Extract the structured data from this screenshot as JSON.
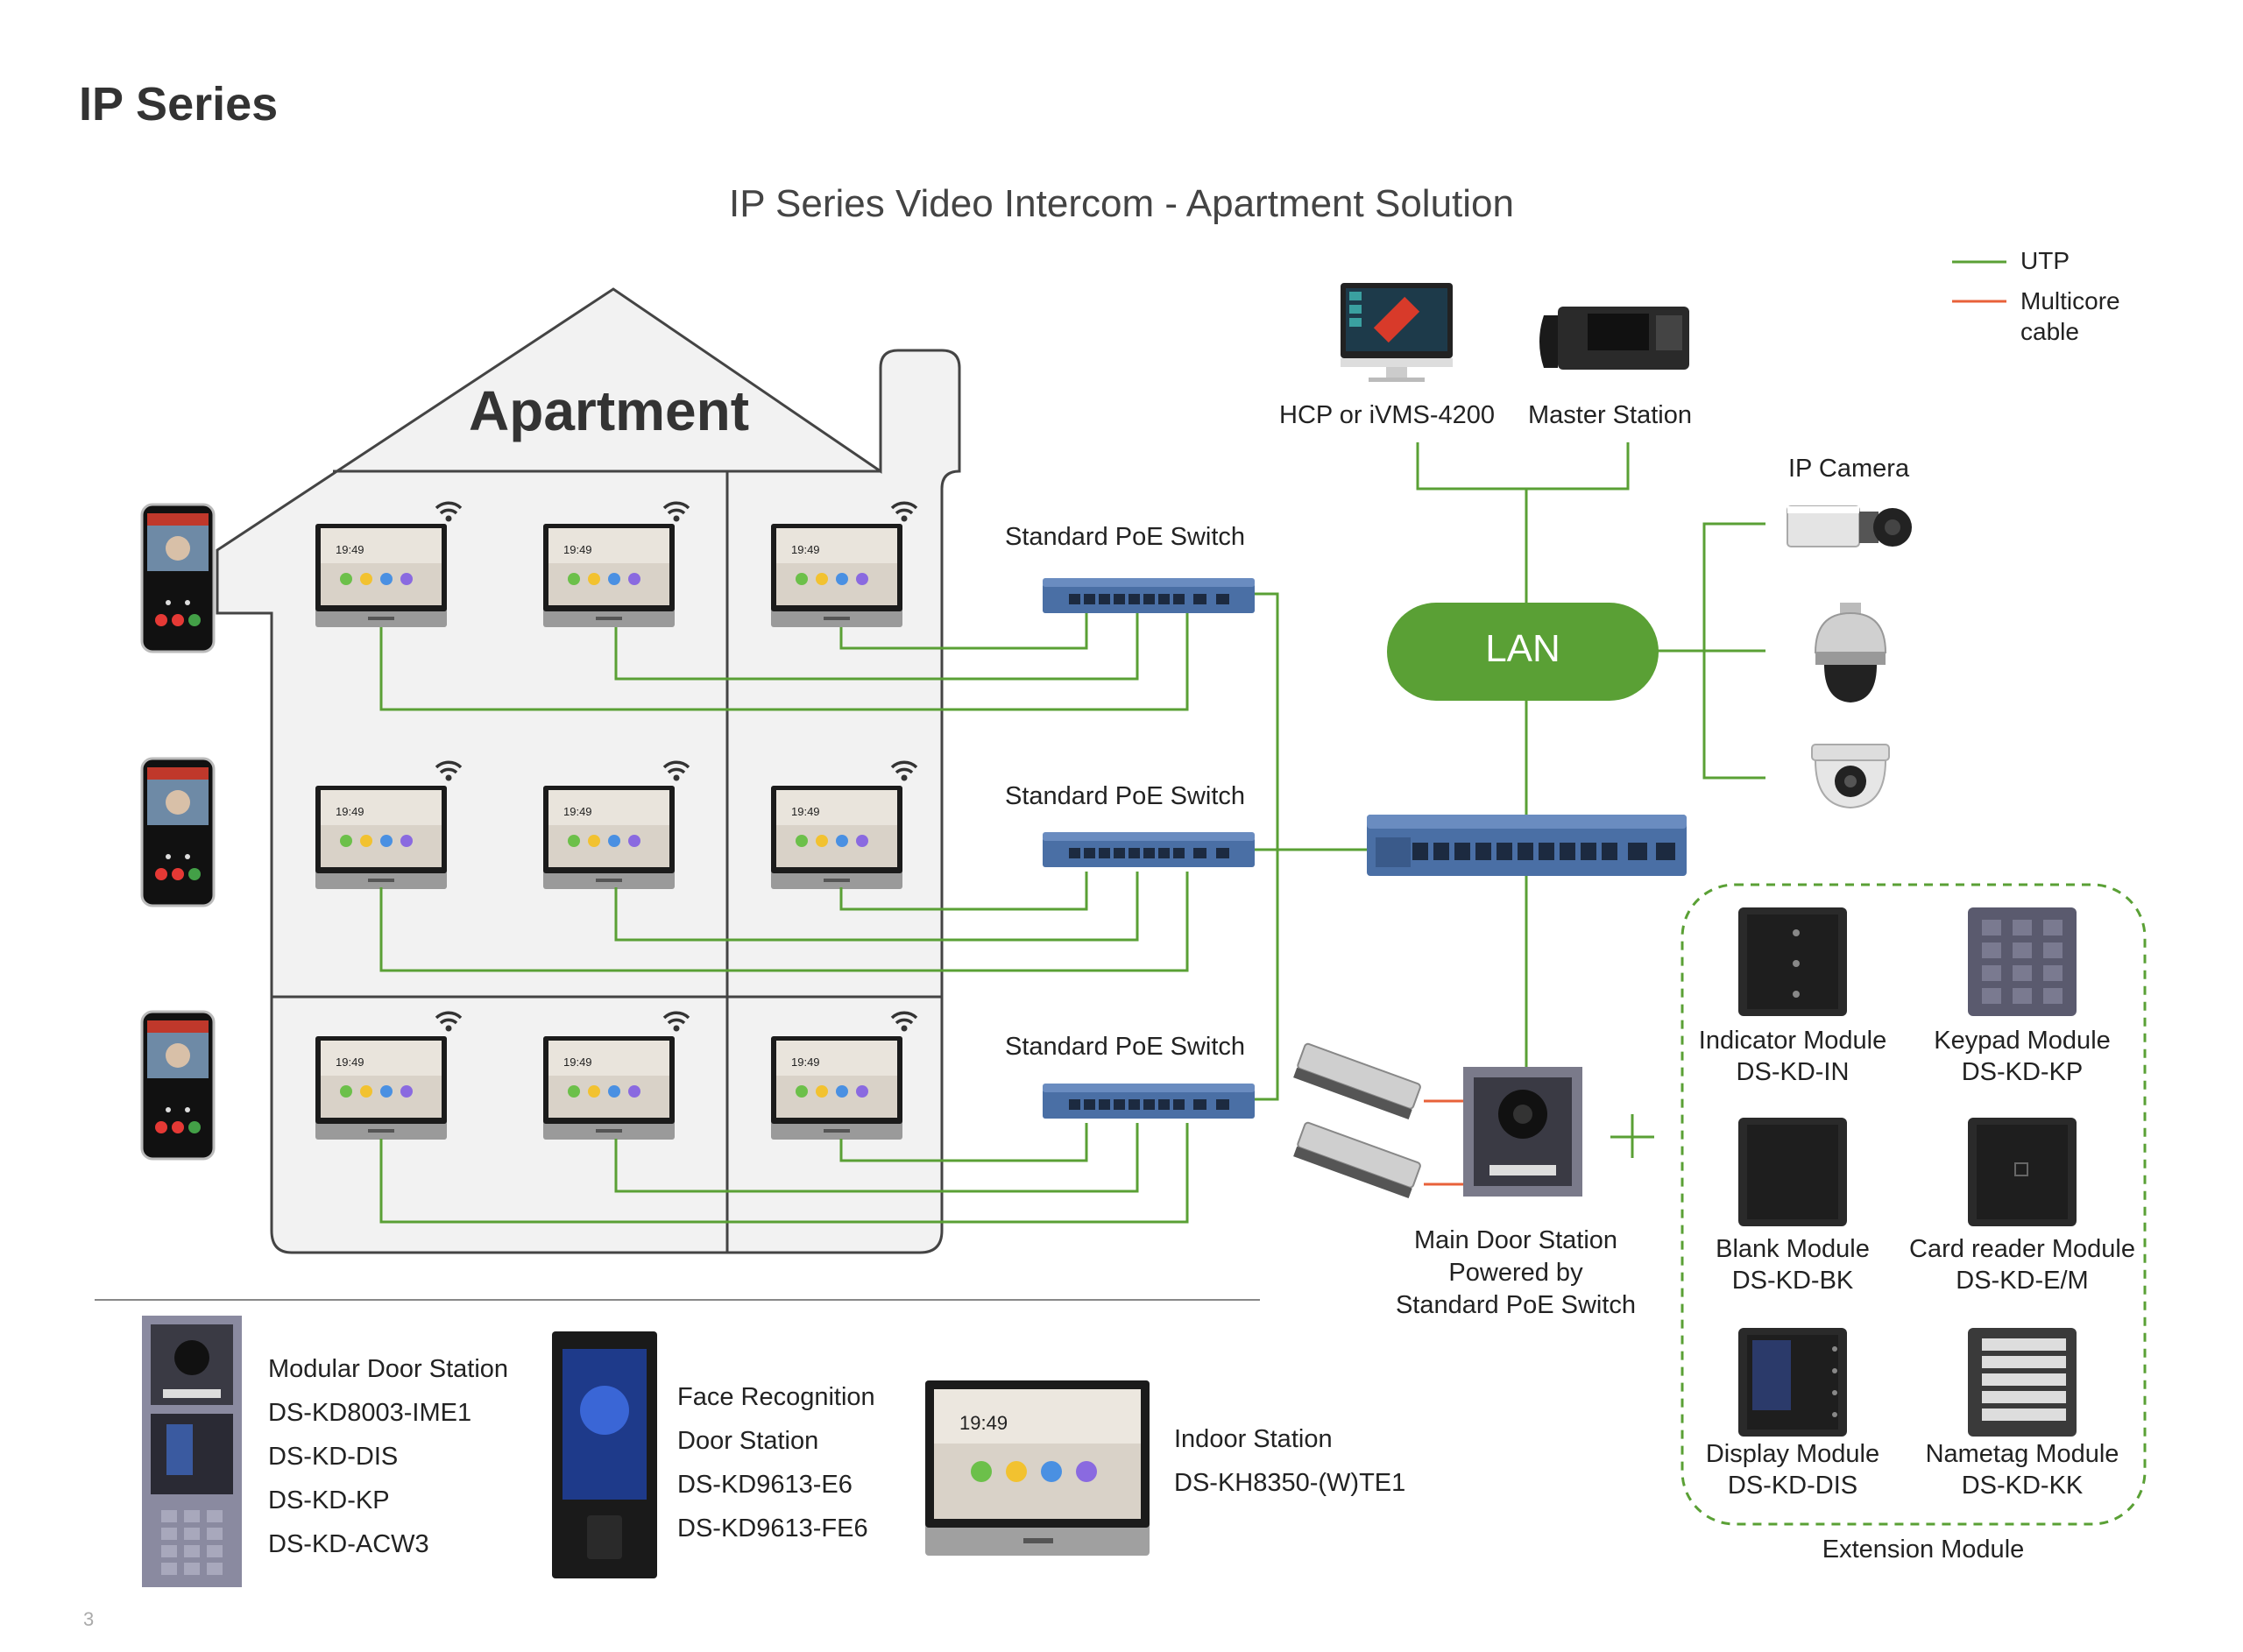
{
  "page": {
    "title": "IP Series",
    "diagram_title": "IP Series Video Intercom - Apartment Solution",
    "page_number": "3"
  },
  "legend": {
    "utp": "UTP",
    "multicore_line1": "Multicore",
    "multicore_line2": "cable",
    "utp_color": "#5aa035",
    "multicore_color": "#e8613a"
  },
  "building": {
    "label": "Apartment",
    "indoor_screen_time": "19:49"
  },
  "switches": {
    "floor1": "Standard PoE Switch",
    "floor2": "Standard PoE Switch",
    "floor3": "Standard PoE Switch"
  },
  "top_devices": {
    "hcp": "HCP or iVMS-4200",
    "master": "Master Station",
    "ip_camera": "IP Camera"
  },
  "lan": {
    "label": "LAN",
    "color": "#5aa035"
  },
  "main_door": {
    "line1": "Main Door Station",
    "line2": "Powered by",
    "line3": "Standard PoE Switch"
  },
  "extension": {
    "caption": "Extension Module",
    "modules": [
      {
        "name": "Indicator Module",
        "model": "DS-KD-IN"
      },
      {
        "name": "Keypad Module",
        "model": "DS-KD-KP"
      },
      {
        "name": "Blank Module",
        "model": "DS-KD-BK"
      },
      {
        "name": "Card reader Module",
        "model": "DS-KD-E/M"
      },
      {
        "name": "Display Module",
        "model": "DS-KD-DIS"
      },
      {
        "name": "Nametag Module",
        "model": "DS-KD-KK"
      }
    ]
  },
  "products": {
    "modular": [
      "Modular Door Station",
      "DS-KD8003-IME1",
      "DS-KD-DIS",
      "DS-KD-KP",
      "DS-KD-ACW3"
    ],
    "face": [
      "Face Recognition",
      "Door Station",
      "DS-KD9613-E6",
      "DS-KD9613-FE6"
    ],
    "indoor": [
      "Indoor Station",
      "DS-KH8350-(W)TE1"
    ],
    "indoor_screen_time": "19:49"
  }
}
